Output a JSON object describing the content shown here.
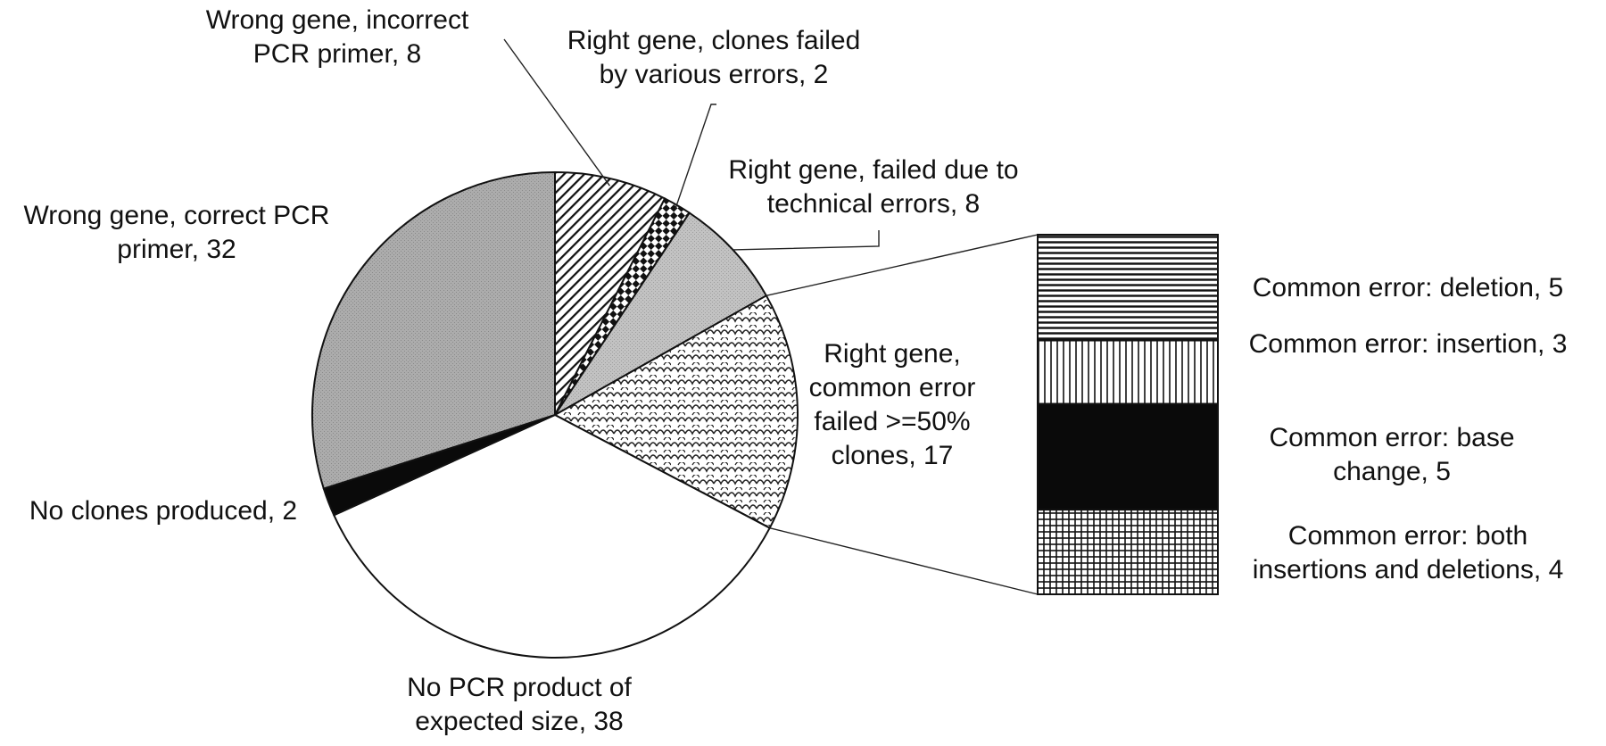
{
  "chart_data": [
    {
      "type": "pie",
      "slices": [
        {
          "key": "wrong-gene-incorrect-primer",
          "label_lines": [
            "Wrong gene, incorrect",
            "PCR primer, 8"
          ],
          "value": 8,
          "pattern": "diag-hatch"
        },
        {
          "key": "right-gene-various-errors",
          "label_lines": [
            "Right gene, clones failed",
            "by various errors, 2"
          ],
          "value": 2,
          "pattern": "checker"
        },
        {
          "key": "right-gene-technical-errors",
          "label_lines": [
            "Right gene, failed due to",
            "technical errors, 8"
          ],
          "value": 8,
          "pattern": "light-gray"
        },
        {
          "key": "right-gene-common-error",
          "label_lines": [
            "Right gene,",
            "common error",
            "failed >=50%",
            "clones, 17"
          ],
          "value": 17,
          "pattern": "scallop"
        },
        {
          "key": "no-pcr-product",
          "label_lines": [
            "No PCR product of",
            "expected size, 38"
          ],
          "value": 38,
          "pattern": "white"
        },
        {
          "key": "no-clones-produced",
          "label_lines": [
            "No clones produced, 2"
          ],
          "value": 2,
          "pattern": "black"
        },
        {
          "key": "wrong-gene-correct-primer",
          "label_lines": [
            "Wrong gene, correct PCR",
            "primer, 32"
          ],
          "value": 32,
          "pattern": "medium-gray"
        }
      ]
    },
    {
      "type": "bar",
      "stacked": true,
      "breakdown_of": "right-gene-common-error",
      "segments": [
        {
          "key": "deletion",
          "label_lines": [
            "Common error: deletion, 5"
          ],
          "value": 5,
          "pattern": "horizontal-lines"
        },
        {
          "key": "insertion",
          "label_lines": [
            "Common error: insertion, 3"
          ],
          "value": 3,
          "pattern": "vertical-lines"
        },
        {
          "key": "base-change",
          "label_lines": [
            "Common error: base",
            "change, 5"
          ],
          "value": 5,
          "pattern": "black"
        },
        {
          "key": "both",
          "label_lines": [
            "Common error: both",
            "insertions and deletions, 4"
          ],
          "value": 4,
          "pattern": "grid"
        }
      ]
    }
  ],
  "colors": {
    "stroke": "#111111",
    "light_gray": "#bdbdbd",
    "medium_gray": "#a8a8a8",
    "black": "#0a0a0a",
    "white": "#ffffff"
  }
}
